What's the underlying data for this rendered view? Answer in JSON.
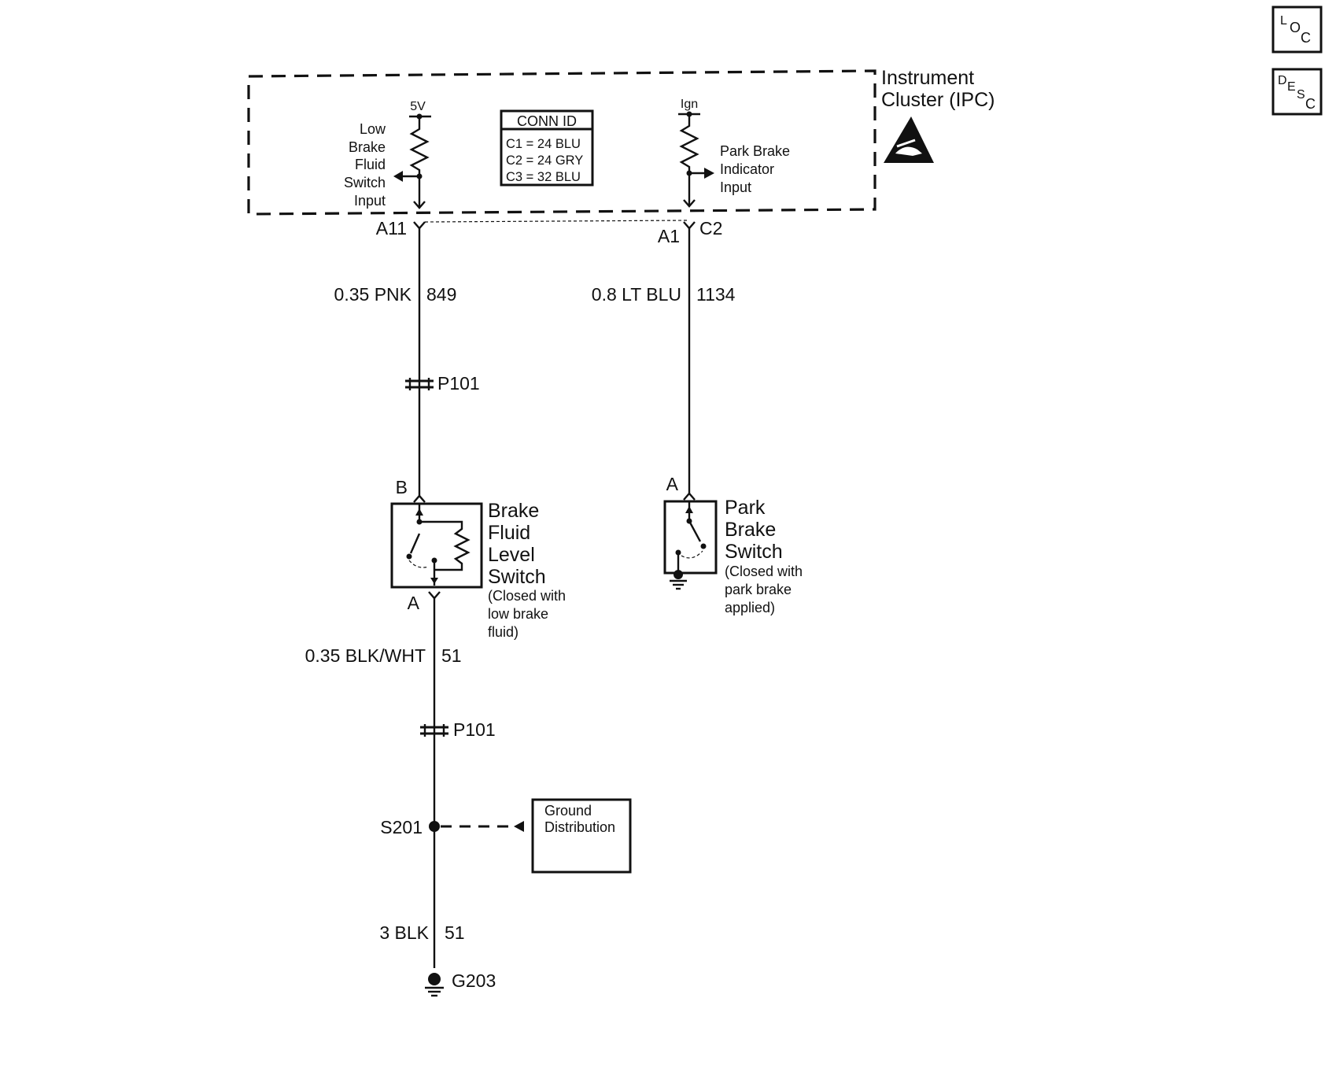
{
  "nav_icons": {
    "loc": {
      "letters": [
        "L",
        "O",
        "C"
      ]
    },
    "desc": {
      "letters": [
        "D",
        "E",
        "S",
        "C"
      ]
    }
  },
  "module": {
    "name_line1": "Instrument",
    "name_line2": "Cluster (IPC)",
    "esd_icon": "esd-warning-hand-icon"
  },
  "conn_id": {
    "title": "CONN ID",
    "rows": [
      "C1 = 24 BLU",
      "C2 = 24 GRY",
      "C3 = 32 BLU"
    ]
  },
  "left_circuit": {
    "supply": "5V",
    "input_label": [
      "Low",
      "Brake",
      "Fluid",
      "Switch",
      "Input"
    ],
    "pin": "A11",
    "wire_gauge_color": "0.35 PNK",
    "circuit_number": "849",
    "inline_connector": "P101",
    "switch_pin_top": "B",
    "switch_name": [
      "Brake",
      "Fluid",
      "Level",
      "Switch"
    ],
    "switch_note": [
      "(Closed with",
      "low brake",
      "fluid)"
    ],
    "switch_pin_bottom": "A",
    "ground_wire_gauge_color": "0.35 BLK/WHT",
    "ground_circuit_number": "51",
    "inline_connector_2": "P101",
    "splice": "S201",
    "ground_distribution": [
      "Ground",
      "Distribution"
    ],
    "final_wire_gauge_color": "3 BLK",
    "final_circuit_number": "51",
    "ground": "G203"
  },
  "right_circuit": {
    "supply": "Ign",
    "input_label": [
      "Park Brake",
      "Indicator",
      "Input"
    ],
    "pin": "A1",
    "connector": "C2",
    "wire_gauge_color": "0.8 LT BLU",
    "circuit_number": "1134",
    "switch_pin": "A",
    "switch_name": [
      "Park",
      "Brake",
      "Switch"
    ],
    "switch_note": [
      "(Closed with",
      "park brake",
      "applied)"
    ]
  }
}
